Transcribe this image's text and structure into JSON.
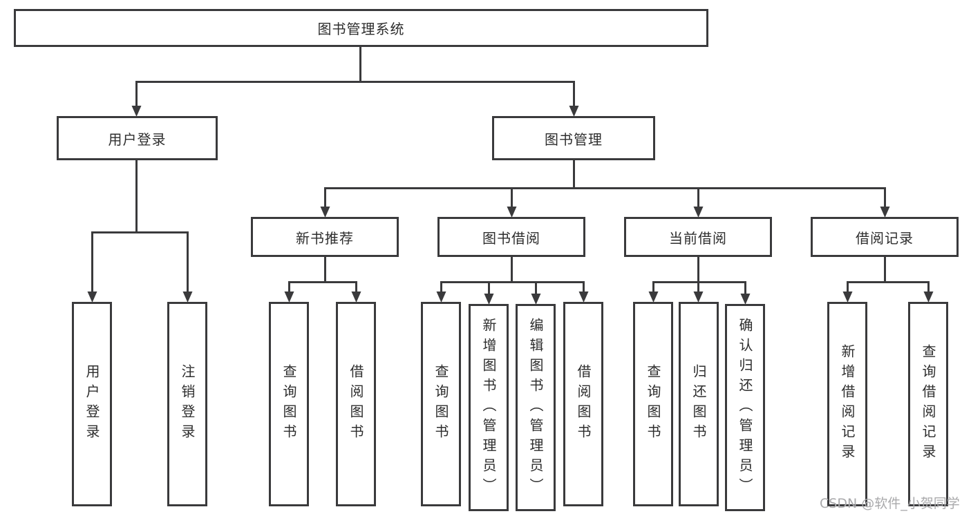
{
  "diagram": {
    "type": "hierarchy-tree",
    "colors": {
      "line": "#3a3a3c",
      "box_border": "#3a3a3c",
      "text": "#2d2d2d",
      "background": "#ffffff",
      "watermark_text": "#a9a9ab"
    },
    "tree": {
      "label": "图书管理系统",
      "children": [
        {
          "label": "用户登录",
          "children": [
            {
              "label": "用户登录"
            },
            {
              "label": "注销登录"
            }
          ]
        },
        {
          "label": "图书管理",
          "children": [
            {
              "label": "新书推荐",
              "children": [
                {
                  "label": "查询图书"
                },
                {
                  "label": "借阅图书"
                }
              ]
            },
            {
              "label": "图书借阅",
              "children": [
                {
                  "label": "查询图书"
                },
                {
                  "label": "新增图书（管理员）"
                },
                {
                  "label": "编辑图书（管理员）"
                },
                {
                  "label": "借阅图书"
                }
              ]
            },
            {
              "label": "当前借阅",
              "children": [
                {
                  "label": "查询图书"
                },
                {
                  "label": "归还图书"
                },
                {
                  "label": "确认归还（管理员）"
                }
              ]
            },
            {
              "label": "借阅记录",
              "children": [
                {
                  "label": "新增借阅记录"
                },
                {
                  "label": "查询借阅记录"
                }
              ]
            }
          ]
        }
      ]
    },
    "watermark": "CSDN @软件_小贺同学"
  }
}
